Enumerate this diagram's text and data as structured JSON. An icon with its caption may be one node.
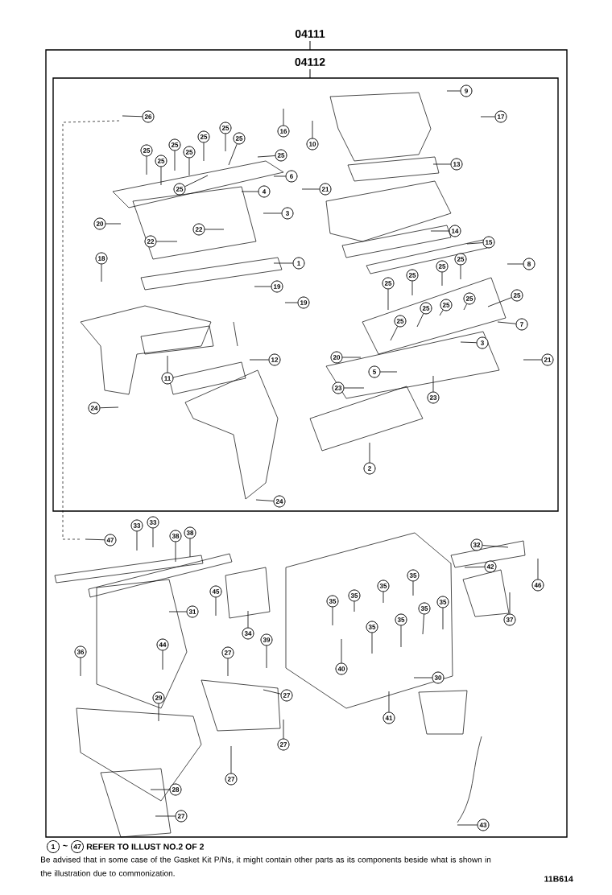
{
  "diagram": {
    "nodes": [
      {
        "text": [
          "04111"
        ]
      },
      {
        "text": [
          "04112"
        ],
        "in": 0
      },
      {
        "text": [
          "26"
        ],
        "in": 1
      },
      {
        "text": [
          "9"
        ],
        "in": 1
      },
      {
        "text": [
          "17"
        ],
        "in": 1
      },
      {
        "text": [
          "16"
        ],
        "in": 1
      },
      {
        "text": [
          "10"
        ],
        "in": 1
      },
      {
        "text": [
          "25"
        ],
        "in": 1
      },
      {
        "text": [
          "25"
        ],
        "in": 1
      },
      {
        "text": [
          "25"
        ],
        "in": 1
      },
      {
        "text": [
          "25"
        ],
        "in": 1
      },
      {
        "text": [
          "25"
        ],
        "in": 1
      },
      {
        "text": [
          "25"
        ],
        "in": 1
      },
      {
        "text": [
          "25"
        ],
        "in": 1
      },
      {
        "text": [
          "25"
        ],
        "in": 1
      },
      {
        "text": [
          "13"
        ],
        "in": 1
      },
      {
        "text": [
          "6"
        ],
        "in": 1
      },
      {
        "text": [
          "25"
        ],
        "in": 1
      },
      {
        "text": [
          "21"
        ],
        "in": 1
      },
      {
        "text": [
          "4"
        ],
        "in": 1
      },
      {
        "text": [
          "3"
        ],
        "in": 1
      },
      {
        "text": [
          "20"
        ],
        "in": 1
      },
      {
        "text": [
          "22"
        ],
        "in": 1
      },
      {
        "text": [
          "14"
        ],
        "in": 1
      },
      {
        "text": [
          "22"
        ],
        "in": 1
      },
      {
        "text": [
          "15"
        ],
        "in": 1
      },
      {
        "text": [
          "18"
        ],
        "in": 1
      },
      {
        "text": [
          "25"
        ],
        "in": 1
      },
      {
        "text": [
          "1"
        ],
        "in": 1
      },
      {
        "text": [
          "8"
        ],
        "in": 1
      },
      {
        "text": [
          "25"
        ],
        "in": 1
      },
      {
        "text": [
          "25"
        ],
        "in": 1
      },
      {
        "text": [
          "25"
        ],
        "in": 1
      },
      {
        "text": [
          "19"
        ],
        "in": 1
      },
      {
        "text": [
          "25"
        ],
        "in": 1
      },
      {
        "text": [
          "25"
        ],
        "in": 1
      },
      {
        "text": [
          "19"
        ],
        "in": 1
      },
      {
        "text": [
          "25"
        ],
        "in": 1
      },
      {
        "text": [
          "25"
        ],
        "in": 1
      },
      {
        "text": [
          "25"
        ],
        "in": 1
      },
      {
        "text": [
          "7"
        ],
        "in": 1
      },
      {
        "text": [
          "3"
        ],
        "in": 1
      },
      {
        "text": [
          "20"
        ],
        "in": 1
      },
      {
        "text": [
          "12"
        ],
        "in": 1
      },
      {
        "text": [
          "21"
        ],
        "in": 1
      },
      {
        "text": [
          "5"
        ],
        "in": 1
      },
      {
        "text": [
          "11"
        ],
        "in": 1
      },
      {
        "text": [
          "23"
        ],
        "in": 1
      },
      {
        "text": [
          "23"
        ],
        "in": 1
      },
      {
        "text": [
          "24"
        ],
        "in": 1
      },
      {
        "text": [
          "2"
        ],
        "in": 1
      },
      {
        "text": [
          "24"
        ],
        "in": 1
      },
      {
        "text": [
          "33"
        ],
        "in": 0
      },
      {
        "text": [
          "38"
        ],
        "in": 0
      },
      {
        "text": [
          "38"
        ],
        "in": 0
      },
      {
        "text": [
          "33"
        ],
        "in": 0
      },
      {
        "text": [
          "47"
        ],
        "in": 0
      },
      {
        "text": [
          "32"
        ],
        "in": 0
      },
      {
        "text": [
          "42"
        ],
        "in": 0
      },
      {
        "text": [
          "35"
        ],
        "in": 0
      },
      {
        "text": [
          "46"
        ],
        "in": 0
      },
      {
        "text": [
          "35"
        ],
        "in": 0
      },
      {
        "text": [
          "45"
        ],
        "in": 0
      },
      {
        "text": [
          "35"
        ],
        "in": 0
      },
      {
        "text": [
          "35"
        ],
        "in": 0
      },
      {
        "text": [
          "35"
        ],
        "in": 0
      },
      {
        "text": [
          "35"
        ],
        "in": 0
      },
      {
        "text": [
          "31"
        ],
        "in": 0
      },
      {
        "text": [
          "35"
        ],
        "in": 0
      },
      {
        "text": [
          "37"
        ],
        "in": 0
      },
      {
        "text": [
          "35"
        ],
        "in": 0
      },
      {
        "text": [
          "34"
        ],
        "in": 0
      },
      {
        "text": [
          "39"
        ],
        "in": 0
      },
      {
        "text": [
          "44"
        ],
        "in": 0
      },
      {
        "text": [
          "36"
        ],
        "in": 0
      },
      {
        "text": [
          "27"
        ],
        "in": 0
      },
      {
        "text": [
          "40"
        ],
        "in": 0
      },
      {
        "text": [
          "30"
        ],
        "in": 0
      },
      {
        "text": [
          "27"
        ],
        "in": 0
      },
      {
        "text": [
          "29"
        ],
        "in": 0
      },
      {
        "text": [
          "41"
        ],
        "in": 0
      },
      {
        "text": [
          "27"
        ],
        "in": 0
      },
      {
        "text": [
          "27"
        ],
        "in": 0
      },
      {
        "text": [
          "28"
        ],
        "in": 0
      },
      {
        "text": [
          "27"
        ],
        "in": 0
      },
      {
        "text": [
          "43"
        ],
        "in": 0
      }
    ],
    "edges": [
      {
        "from": 2,
        "to": null,
        "arrow": "none"
      },
      {
        "from": 3,
        "to": null,
        "arrow": "none"
      },
      {
        "from": 4,
        "to": null,
        "arrow": "none"
      },
      {
        "from": 5,
        "to": null,
        "arrow": "none"
      },
      {
        "from": 6,
        "to": null,
        "arrow": "none"
      },
      {
        "from": 7,
        "to": null,
        "arrow": "none"
      },
      {
        "from": 8,
        "to": null,
        "arrow": "none"
      },
      {
        "from": 9,
        "to": null,
        "arrow": "none"
      },
      {
        "from": 10,
        "to": null,
        "arrow": "none"
      },
      {
        "from": 11,
        "to": null,
        "arrow": "none"
      },
      {
        "from": 12,
        "to": null,
        "arrow": "none"
      },
      {
        "from": 13,
        "to": null,
        "arrow": "none"
      },
      {
        "from": 14,
        "to": null,
        "arrow": "none"
      },
      {
        "from": 15,
        "to": null,
        "arrow": "none"
      },
      {
        "from": 16,
        "to": null,
        "arrow": "none"
      },
      {
        "from": 17,
        "to": null,
        "arrow": "none"
      },
      {
        "from": 18,
        "to": null,
        "arrow": "none"
      },
      {
        "from": 19,
        "to": null,
        "arrow": "none"
      },
      {
        "from": 20,
        "to": null,
        "arrow": "none"
      },
      {
        "from": 21,
        "to": null,
        "arrow": "none"
      },
      {
        "from": 22,
        "to": null,
        "arrow": "none"
      },
      {
        "from": 23,
        "to": null,
        "arrow": "none"
      },
      {
        "from": 24,
        "to": null,
        "arrow": "none"
      },
      {
        "from": 25,
        "to": null,
        "arrow": "none"
      },
      {
        "from": 26,
        "to": null,
        "arrow": "none"
      },
      {
        "from": 27,
        "to": null,
        "arrow": "none"
      },
      {
        "from": 28,
        "to": null,
        "arrow": "none"
      },
      {
        "from": 29,
        "to": null,
        "arrow": "none"
      },
      {
        "from": 30,
        "to": null,
        "arrow": "none"
      },
      {
        "from": 31,
        "to": null,
        "arrow": "none"
      },
      {
        "from": 32,
        "to": null,
        "arrow": "none"
      },
      {
        "from": 33,
        "to": null,
        "arrow": "none"
      },
      {
        "from": 34,
        "to": null,
        "arrow": "none"
      },
      {
        "from": 35,
        "to": null,
        "arrow": "none"
      },
      {
        "from": 36,
        "to": null,
        "arrow": "none"
      },
      {
        "from": 37,
        "to": null,
        "arrow": "none"
      },
      {
        "from": 38,
        "to": null,
        "arrow": "none"
      },
      {
        "from": 39,
        "to": null,
        "arrow": "none"
      },
      {
        "from": 40,
        "to": null,
        "arrow": "none"
      },
      {
        "from": 41,
        "to": null,
        "arrow": "none"
      },
      {
        "from": 42,
        "to": null,
        "arrow": "none"
      },
      {
        "from": 43,
        "to": null,
        "arrow": "none"
      },
      {
        "from": 44,
        "to": null,
        "arrow": "none"
      },
      {
        "from": 45,
        "to": null,
        "arrow": "none"
      },
      {
        "from": 46,
        "to": null,
        "arrow": "none"
      },
      {
        "from": 47,
        "to": null,
        "arrow": "none"
      },
      {
        "from": 48,
        "to": null,
        "arrow": "none"
      },
      {
        "from": 49,
        "to": null,
        "arrow": "none"
      },
      {
        "from": 50,
        "to": null,
        "arrow": "none"
      },
      {
        "from": 51,
        "to": null,
        "arrow": "none"
      },
      {
        "from": 52,
        "to": null,
        "arrow": "none"
      },
      {
        "from": 53,
        "to": null,
        "arrow": "none"
      },
      {
        "from": 54,
        "to": null,
        "arrow": "none"
      },
      {
        "from": 55,
        "to": null,
        "arrow": "none"
      },
      {
        "from": 56,
        "to": null,
        "arrow": "none"
      },
      {
        "from": 57,
        "to": null,
        "arrow": "none"
      },
      {
        "from": 58,
        "to": null,
        "arrow": "none"
      },
      {
        "from": 59,
        "to": null,
        "arrow": "none"
      },
      {
        "from": 60,
        "to": null,
        "arrow": "none"
      },
      {
        "from": 61,
        "to": null,
        "arrow": "none"
      },
      {
        "from": 62,
        "to": null,
        "arrow": "none"
      },
      {
        "from": 63,
        "to": null,
        "arrow": "none"
      },
      {
        "from": 64,
        "to": null,
        "arrow": "none"
      },
      {
        "from": 65,
        "to": null,
        "arrow": "none"
      },
      {
        "from": 66,
        "to": null,
        "arrow": "none"
      },
      {
        "from": 67,
        "to": null,
        "arrow": "none"
      },
      {
        "from": 68,
        "to": null,
        "arrow": "none"
      },
      {
        "from": 69,
        "to": null,
        "arrow": "none"
      },
      {
        "from": 70,
        "to": null,
        "arrow": "none"
      },
      {
        "from": 71,
        "to": null,
        "arrow": "none"
      },
      {
        "from": 72,
        "to": null,
        "arrow": "none"
      },
      {
        "from": 73,
        "to": null,
        "arrow": "none"
      },
      {
        "from": 74,
        "to": null,
        "arrow": "none"
      },
      {
        "from": 75,
        "to": null,
        "arrow": "none"
      },
      {
        "from": 76,
        "to": null,
        "arrow": "none"
      },
      {
        "from": 77,
        "to": null,
        "arrow": "none"
      },
      {
        "from": 78,
        "to": null,
        "arrow": "none"
      },
      {
        "from": 79,
        "to": null,
        "arrow": "none"
      },
      {
        "from": 80,
        "to": null,
        "arrow": "none"
      },
      {
        "from": 81,
        "to": null,
        "arrow": "none"
      },
      {
        "from": 82,
        "to": null,
        "arrow": "none"
      },
      {
        "from": 83,
        "to": null,
        "arrow": "none"
      },
      {
        "from": 84,
        "to": null,
        "arrow": "none"
      },
      {
        "from": 85,
        "to": null,
        "arrow": "none"
      }
    ],
    "labels": [
      "1",
      "~",
      "47",
      "REFER TO ILLUST NO.2 OF 2",
      "Be advised that in some case of the Gasket Kit P/Ns, it might contain other parts as its components beside what is shown in the illustration due to commonization.",
      "11B614"
    ]
  }
}
